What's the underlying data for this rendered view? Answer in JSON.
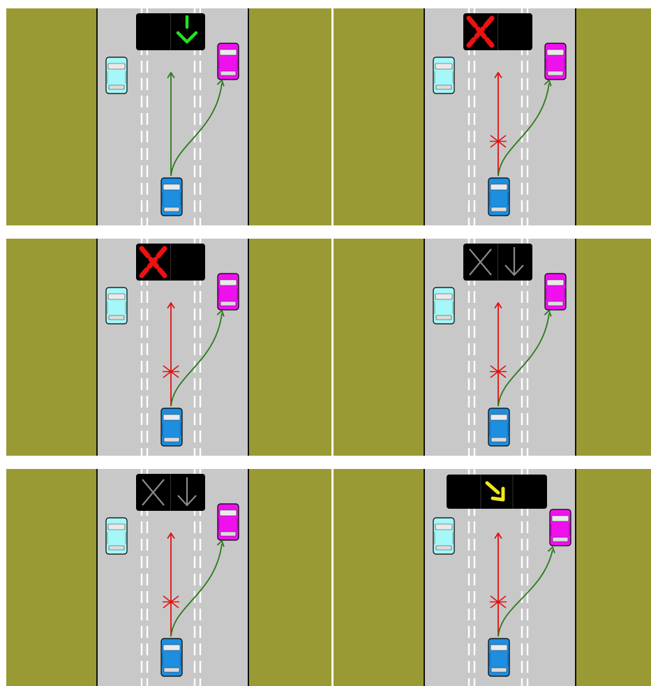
{
  "colors": {
    "grass": "#9a9a35",
    "road": "#c8c8c8",
    "edge_line": "#111111",
    "lane_dash": "#ffffff",
    "sign_bg": "#000000",
    "green_signal": "#22e022",
    "red_signal": "#ee1111",
    "gray_signal": "#8a8a8a",
    "yellow_signal": "#f3e61a",
    "allowed_path": "#2a7a1a",
    "forbidden_path": "#e01010",
    "own_car": "#1d8ee0",
    "left_car": "#a6f7f7",
    "right_car": "#ee11ee"
  },
  "panels": [
    {
      "id": "p1",
      "signal": "green-down-arrow",
      "straight_path": "allowed",
      "sign_wide": false
    },
    {
      "id": "p2",
      "signal": "red-x",
      "straight_path": "forbidden",
      "sign_wide": false
    },
    {
      "id": "p3",
      "signal": "red-x",
      "straight_path": "forbidden",
      "sign_wide": false
    },
    {
      "id": "p4",
      "signal": "gray-x-and-arrow",
      "straight_path": "forbidden",
      "sign_wide": false
    },
    {
      "id": "p5",
      "signal": "gray-x-and-arrow",
      "straight_path": "forbidden",
      "sign_wide": false
    },
    {
      "id": "p6",
      "signal": "yellow-diagonal-arrow",
      "straight_path": "forbidden",
      "sign_wide": true
    }
  ]
}
